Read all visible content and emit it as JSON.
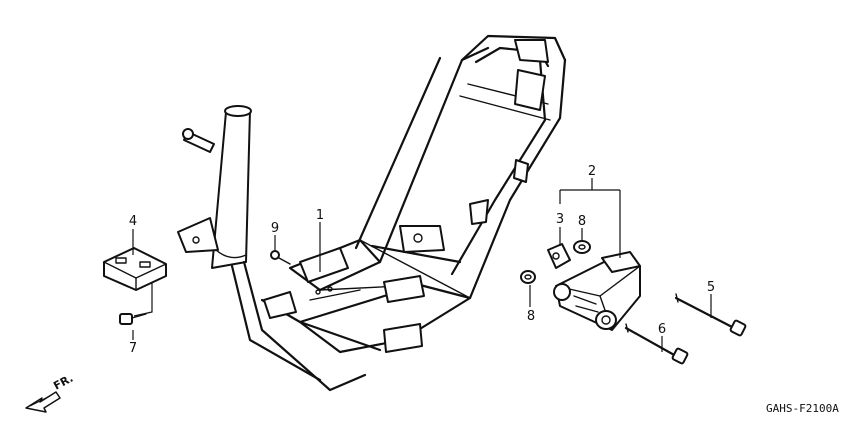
{
  "callouts": {
    "c1": "1",
    "c2": "2",
    "c3": "3",
    "c4": "4",
    "c5": "5",
    "c6": "6",
    "c7": "7",
    "c8a": "8",
    "c8b": "8",
    "c9": "9"
  },
  "direction_label": "FR.",
  "diagram_code": "GAHS-F2100A"
}
